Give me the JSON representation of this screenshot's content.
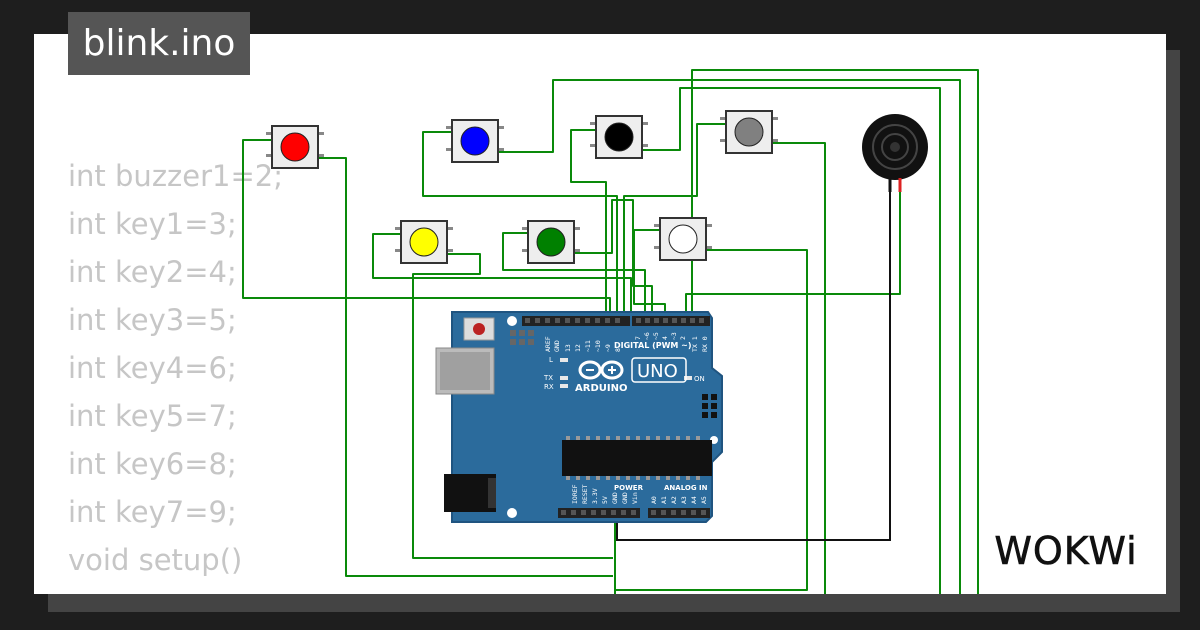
{
  "file_tab": {
    "label": "blink.ino"
  },
  "code_lines": [
    "int buzzer1=2;",
    "int key1=3;",
    "int key2=4;",
    "int key3=5;",
    "int key4=6;",
    "int key5=7;",
    "int key6=8;",
    "int key7=9;",
    "void setup()",
    "{"
  ],
  "board": {
    "logo_text": "ARDUINO",
    "model": "UNO",
    "digital_label": "DIGITAL (PWM ~)",
    "power_label": "POWER",
    "analog_label": "ANALOG IN",
    "on_label": "ON",
    "led_l": "L",
    "led_tx": "TX",
    "led_rx": "RX",
    "top_header_pins": [
      "AREF",
      "GND",
      "13",
      "12",
      "~11",
      "~10",
      "~9",
      "8",
      "7",
      "~6",
      "~5",
      "4",
      "~3",
      "2",
      "TX 1",
      "RX 0"
    ],
    "bottom_header_pins": [
      "IOREF",
      "RESET",
      "3.3V",
      "5V",
      "GND",
      "GND",
      "Vin",
      "A0",
      "A1",
      "A2",
      "A3",
      "A4",
      "A5"
    ]
  },
  "buttons": [
    {
      "name": "red",
      "color": "#ff0000"
    },
    {
      "name": "blue",
      "color": "#0000ff"
    },
    {
      "name": "black",
      "color": "#000000"
    },
    {
      "name": "gray",
      "color": "#808080"
    },
    {
      "name": "yellow",
      "color": "#ffff00"
    },
    {
      "name": "green",
      "color": "#008000"
    },
    {
      "name": "white",
      "color": "#ffffff"
    }
  ],
  "colors": {
    "wire": "#0a8a0a",
    "board": "#2b6b9c",
    "board_dark": "#1f5480",
    "background": "#1e1e1e"
  },
  "brand": {
    "text": "WOKWi"
  }
}
